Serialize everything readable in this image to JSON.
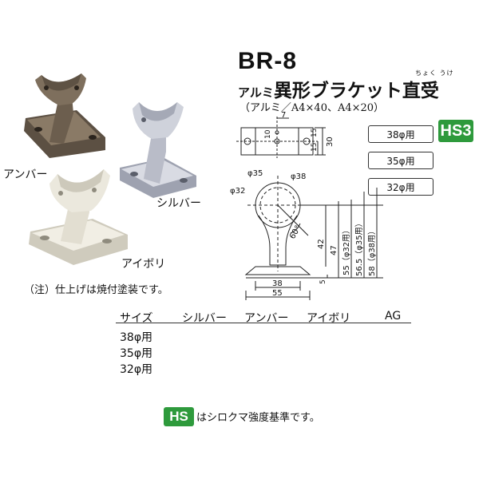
{
  "product": {
    "model": "BR-8",
    "title_prefix": "アルミ",
    "title_main": "異形ブラケット直受",
    "furigana": "ちょく うけ",
    "material_spec": "（アルミ／A4×40、A4×20）"
  },
  "finish_labels": {
    "amber": "アンバー",
    "silver": "シルバー",
    "ivory": "アイボリ"
  },
  "finish_colors": {
    "amber": "#7a6a58",
    "silver": "#c9ccd6",
    "ivory": "#ece9dc"
  },
  "size_options": [
    "38φ用",
    "35φ用",
    "32φ用"
  ],
  "strength_badge": "HS3",
  "drawing": {
    "dim_7": "7",
    "dim_10": "10",
    "dim_15a": "15",
    "dim_15b": "15",
    "dim_30": "30",
    "dim_phi35": "φ35",
    "dim_phi38": "φ38",
    "dim_phi32": "φ32",
    "dim_angle": "60°",
    "dim_42": "42",
    "dim_47": "47",
    "dim_55": "55（φ32用）",
    "dim_565": "56.5（φ35用）",
    "dim_58": "58（φ38用）",
    "dim_5": "5",
    "dim_38": "38",
    "dim_55w": "55"
  },
  "note": "（注）仕上げは焼付塗装です。",
  "table": {
    "headers": [
      "サイズ",
      "シルバー",
      "アンバー",
      "アイボリ",
      "AG"
    ],
    "rows": [
      "38φ用",
      "35φ用",
      "32φ用"
    ]
  },
  "footer": {
    "badge": "HS",
    "text": "はシロクマ強度基準です。"
  }
}
